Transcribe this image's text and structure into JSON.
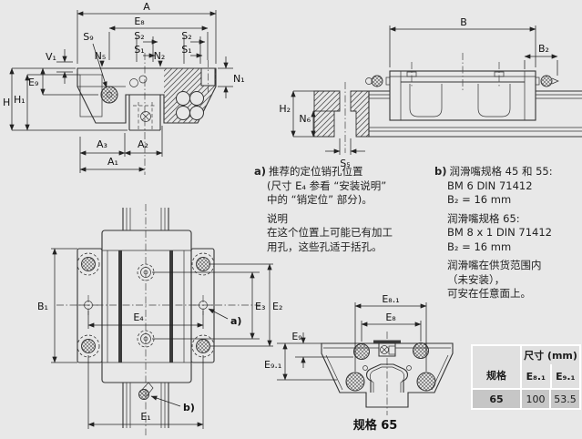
{
  "page": {
    "bg": "#e8e8e8",
    "line_color": "#333333",
    "table_header_bg": "#e0e0e0",
    "table_row_bg": "#c6c6c6"
  },
  "labels": {
    "front": {
      "A": "A",
      "E8": "E₈",
      "S9": "S₉",
      "S2": "S₂",
      "S1": "S₁",
      "V1": "V₁",
      "N5": "N₅",
      "N2": "N₂",
      "N1": "N₁",
      "H": "H",
      "H1": "H₁",
      "E9": "E₉",
      "A3": "A₃",
      "A2": "A₂",
      "A1": "A₁"
    },
    "side": {
      "B": "B",
      "B2": "B₂",
      "H2": "H₂",
      "N6": "N₆",
      "S5": "S₅"
    },
    "top": {
      "B1": "B₁",
      "E4": "E₄",
      "E1": "E₁",
      "E2": "E₂",
      "E3": "E₃",
      "callout_a": "a)",
      "callout_b": "b)"
    },
    "section65": {
      "E81": "E₈.₁",
      "E8": "E₈",
      "E9": "E₉",
      "E91": "E₉.₁",
      "caption": "规格 65"
    }
  },
  "notes": {
    "a": {
      "marker": "a)",
      "l1": "推荐的定位销孔位置",
      "l2": "(尺寸 E₄ 参看 “安装说明”",
      "l3": "中的 “销定位” 部分)。",
      "l4": "说明",
      "l5": "在这个位置上可能已有加工",
      "l6": "用孔，这些孔适于括孔。"
    },
    "b": {
      "marker": "b)",
      "l1": "润滑嘴规格 45 和 55:",
      "l2": "BM 6 DIN 71412",
      "l3": "B₂ = 16 mm",
      "l4": "润滑嘴规格 65:",
      "l5": "BM 8 x 1 DIN 71412",
      "l6": "B₂ = 16 mm",
      "l7": "润滑嘴在供货范围内",
      "l8": "（未安装），",
      "l9": "可安在任意面上。"
    }
  },
  "table": {
    "header_dim": "尺寸 (mm)",
    "col_spec": "规格",
    "col_e81": "E₈.₁",
    "col_e91": "E₉.₁",
    "row": {
      "spec": "65",
      "e81": "100",
      "e91": "53.5"
    }
  }
}
